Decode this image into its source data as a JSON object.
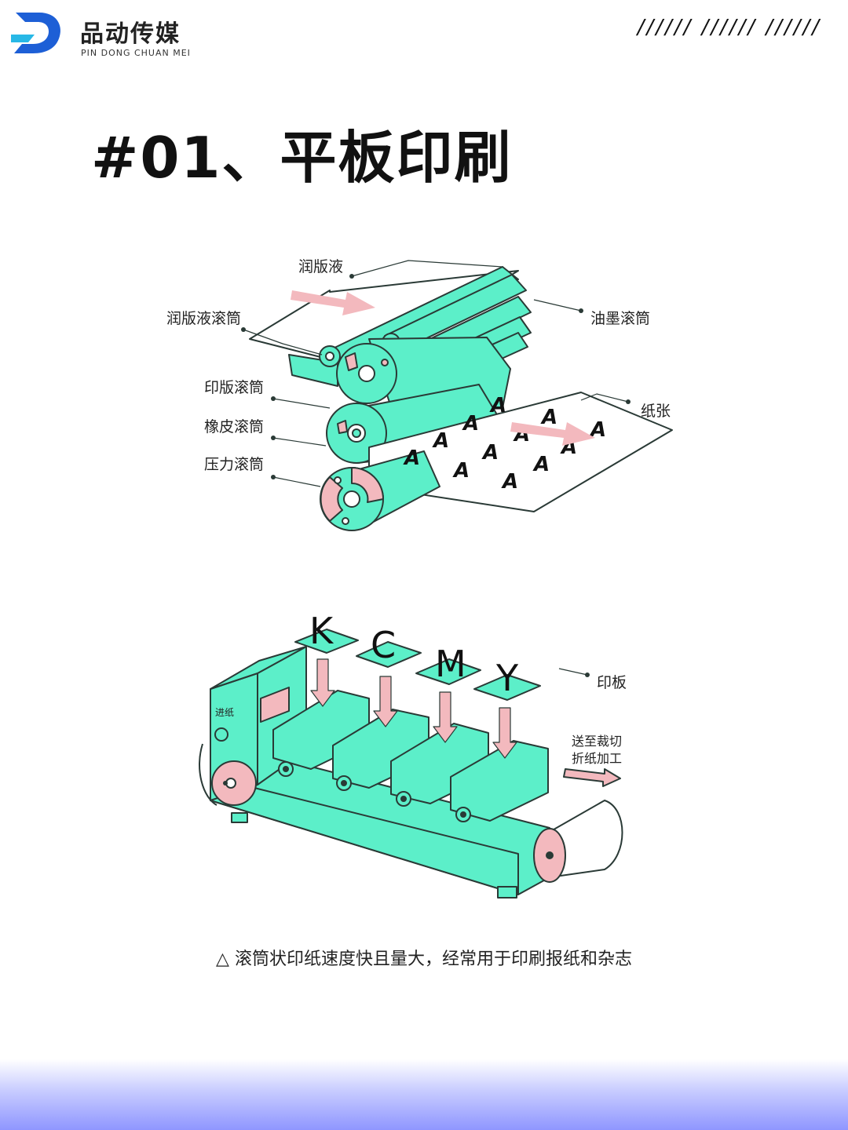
{
  "header": {
    "brand_name": "品动传媒",
    "brand_subtitle": "PIN DONG CHUAN MEI",
    "decor_slashes": "////// ////// //////"
  },
  "title": "#01、平板印刷",
  "diagram_top": {
    "labels": {
      "dampening_solution": "润版液",
      "dampening_roller": "润版液滚筒",
      "ink_roller": "油墨滚筒",
      "plate_cylinder": "印版滚筒",
      "blanket_cylinder": "橡皮滚筒",
      "impression_cylinder": "压力滚筒",
      "paper": "纸张"
    },
    "printed_glyph": "A"
  },
  "diagram_bottom": {
    "colors": [
      "K",
      "C",
      "M",
      "Y"
    ],
    "labels": {
      "plate": "印板",
      "feed": "进纸",
      "output_line1": "送至裁切",
      "output_line2": "折纸加工"
    }
  },
  "caption": "△ 滚筒状印纸速度快且量大，经常用于印刷报纸和杂志",
  "colors": {
    "machine": "#5cefc9",
    "accent": "#f3b9be",
    "outline": "#2a3a36",
    "brand_blue": "#1d5fd6"
  }
}
